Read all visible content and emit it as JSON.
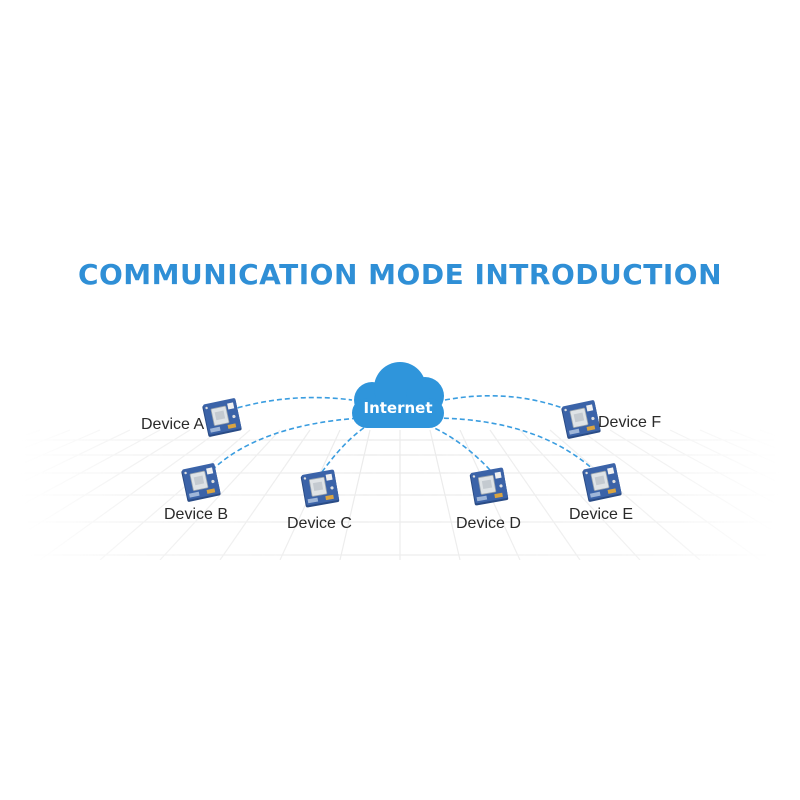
{
  "title": "COMMUNICATION MODE INTRODUCTION",
  "cloud_label": "Internet",
  "devices": [
    {
      "id": "a",
      "label": "Device A"
    },
    {
      "id": "b",
      "label": "Device B"
    },
    {
      "id": "c",
      "label": "Device C"
    },
    {
      "id": "d",
      "label": "Device D"
    },
    {
      "id": "e",
      "label": "Device E"
    },
    {
      "id": "f",
      "label": "Device F"
    }
  ],
  "colors": {
    "title": "#2f8fd6",
    "cloud": "#2f95db",
    "link": "#3a9de0",
    "board": "#3b63a8",
    "board_dark": "#2a4c86",
    "module": "#dfe3e6",
    "grid": "#eaeaea"
  },
  "icons": {
    "cloud": "cloud-icon",
    "device": "circuit-board-icon"
  }
}
